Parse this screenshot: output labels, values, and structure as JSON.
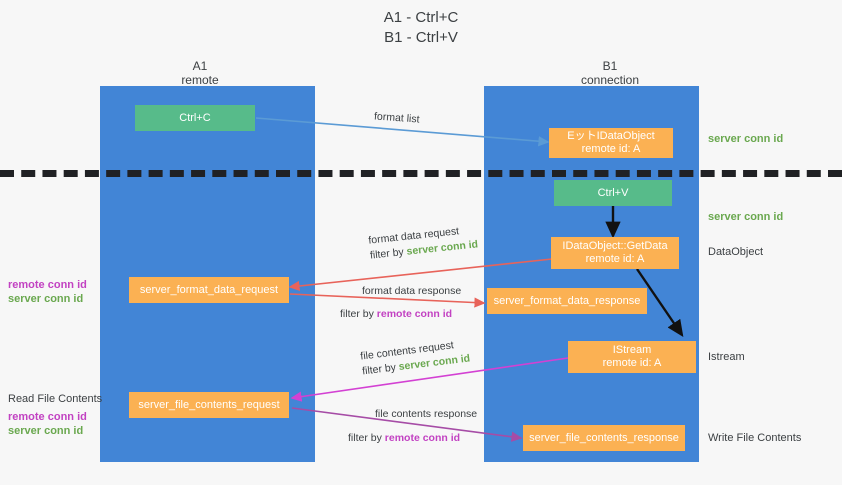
{
  "title": {
    "line1": "A1 - Ctrl+C",
    "line2": "B1 - Ctrl+V"
  },
  "columns": [
    {
      "name": "A1",
      "sub": "remote"
    },
    {
      "name": "B1",
      "sub": "connection"
    }
  ],
  "boxes": {
    "ctrl_c": {
      "line1": "Ctrl+C",
      "line2": ""
    },
    "ctrl_v": {
      "line1": "Ctrl+V",
      "line2": ""
    },
    "set_dataobject": {
      "line1": "EットIDataObject",
      "line2": "remote id: A"
    },
    "getdata": {
      "line1": "IDataObject::GetData",
      "line2": "remote id: A"
    },
    "istream": {
      "line1": "IStream",
      "line2": "remote id: A"
    },
    "fmt_req": {
      "line1": "server_format_data_request",
      "line2": ""
    },
    "fmt_resp": {
      "line1": "server_format_data_response",
      "line2": ""
    },
    "file_req": {
      "line1": "server_file_contents_request",
      "line2": ""
    },
    "file_resp": {
      "line1": "server_file_contents_response",
      "line2": ""
    }
  },
  "arrow_labels": {
    "format_list": "format list",
    "fmt_data_request": "format data request",
    "fmt_data_req_filter_pre": "filter by ",
    "fmt_data_req_filter_key": "server conn id",
    "fmt_data_response": "format data response",
    "fmt_data_resp_filter_pre": "filter by ",
    "fmt_data_resp_filter_key": "remote conn id",
    "file_contents_request": "file contents request",
    "file_req_filter_pre": "filter by ",
    "file_req_filter_key": "server conn id",
    "file_contents_response": "file contents response",
    "file_resp_filter_pre": "filter by ",
    "file_resp_filter_key": "remote conn id"
  },
  "left_annotations": {
    "fmt_remote": "remote conn id",
    "fmt_server": "server conn id",
    "read_file_contents": "Read File Contents",
    "file_remote": "remote conn id",
    "file_server": "server conn id"
  },
  "right_annotations": {
    "server_conn_id_top": "server conn id",
    "server_conn_id_mid": "server conn id",
    "dataobject": "DataObject",
    "istream": "Istream",
    "write_file_contents": "Write File Contents"
  },
  "colors": {
    "lane": "#4285d6",
    "green_box": "#57bb8a",
    "orange_box": "#fbb153",
    "green_text": "#6aa84f",
    "purple_text": "#c242c2",
    "arrow_blue": "#5b9bd5",
    "arrow_red": "#e8635a",
    "arrow_magenta": "#d341d3",
    "arrow_purple": "#a64ca6",
    "arrow_black": "#111111",
    "divider": "#202124",
    "background": "#f7f7f7"
  }
}
